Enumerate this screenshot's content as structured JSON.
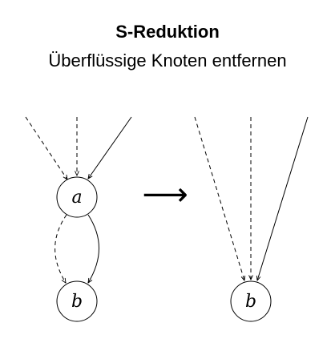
{
  "header": {
    "title": "S-Reduktion",
    "subtitle": "Überflüssige Knoten entfernen"
  },
  "diagram": {
    "before": {
      "nodes": [
        {
          "id": "a",
          "label": "a"
        },
        {
          "id": "b",
          "label": "b"
        }
      ],
      "edges": [
        {
          "from": "in-1",
          "to": "a",
          "style": "dashed"
        },
        {
          "from": "in-2",
          "to": "a",
          "style": "dashed"
        },
        {
          "from": "in-3",
          "to": "a",
          "style": "solid"
        },
        {
          "from": "a",
          "to": "b",
          "style": "dashed"
        },
        {
          "from": "a",
          "to": "b",
          "style": "solid"
        }
      ]
    },
    "transform_arrow": "⟶",
    "after": {
      "nodes": [
        {
          "id": "b",
          "label": "b"
        }
      ],
      "edges": [
        {
          "from": "in-1",
          "to": "b",
          "style": "dashed"
        },
        {
          "from": "in-2",
          "to": "b",
          "style": "dashed"
        },
        {
          "from": "in-3",
          "to": "b",
          "style": "solid"
        }
      ]
    }
  }
}
